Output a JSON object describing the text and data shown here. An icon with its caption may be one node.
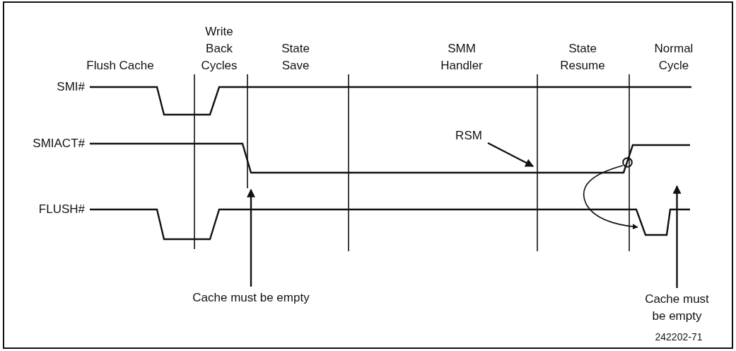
{
  "diagram": {
    "nodes": [
      {
        "text": [
          "RSM"
        ]
      },
      {
        "text": [],
        "shape": "circle"
      },
      {
        "text": [
          "Cache must be empty"
        ]
      },
      {
        "text": [
          "Cache must be empty"
        ]
      }
    ],
    "edges": [
      {
        "from": 0,
        "to": null,
        "arrow": "to"
      },
      {
        "from": 1,
        "to": null,
        "arrow": "to"
      },
      {
        "from": 2,
        "to": null,
        "arrow": "to"
      },
      {
        "from": 3,
        "to": null,
        "arrow": "to"
      }
    ],
    "labels": [
      "Write Back Cycles",
      "Flush Cache",
      "State Save",
      "SMM Handler",
      "State Resume",
      "Normal Cycle",
      "SMI#",
      "SMIACT#",
      "FLUSH#",
      "242202-71"
    ]
  }
}
